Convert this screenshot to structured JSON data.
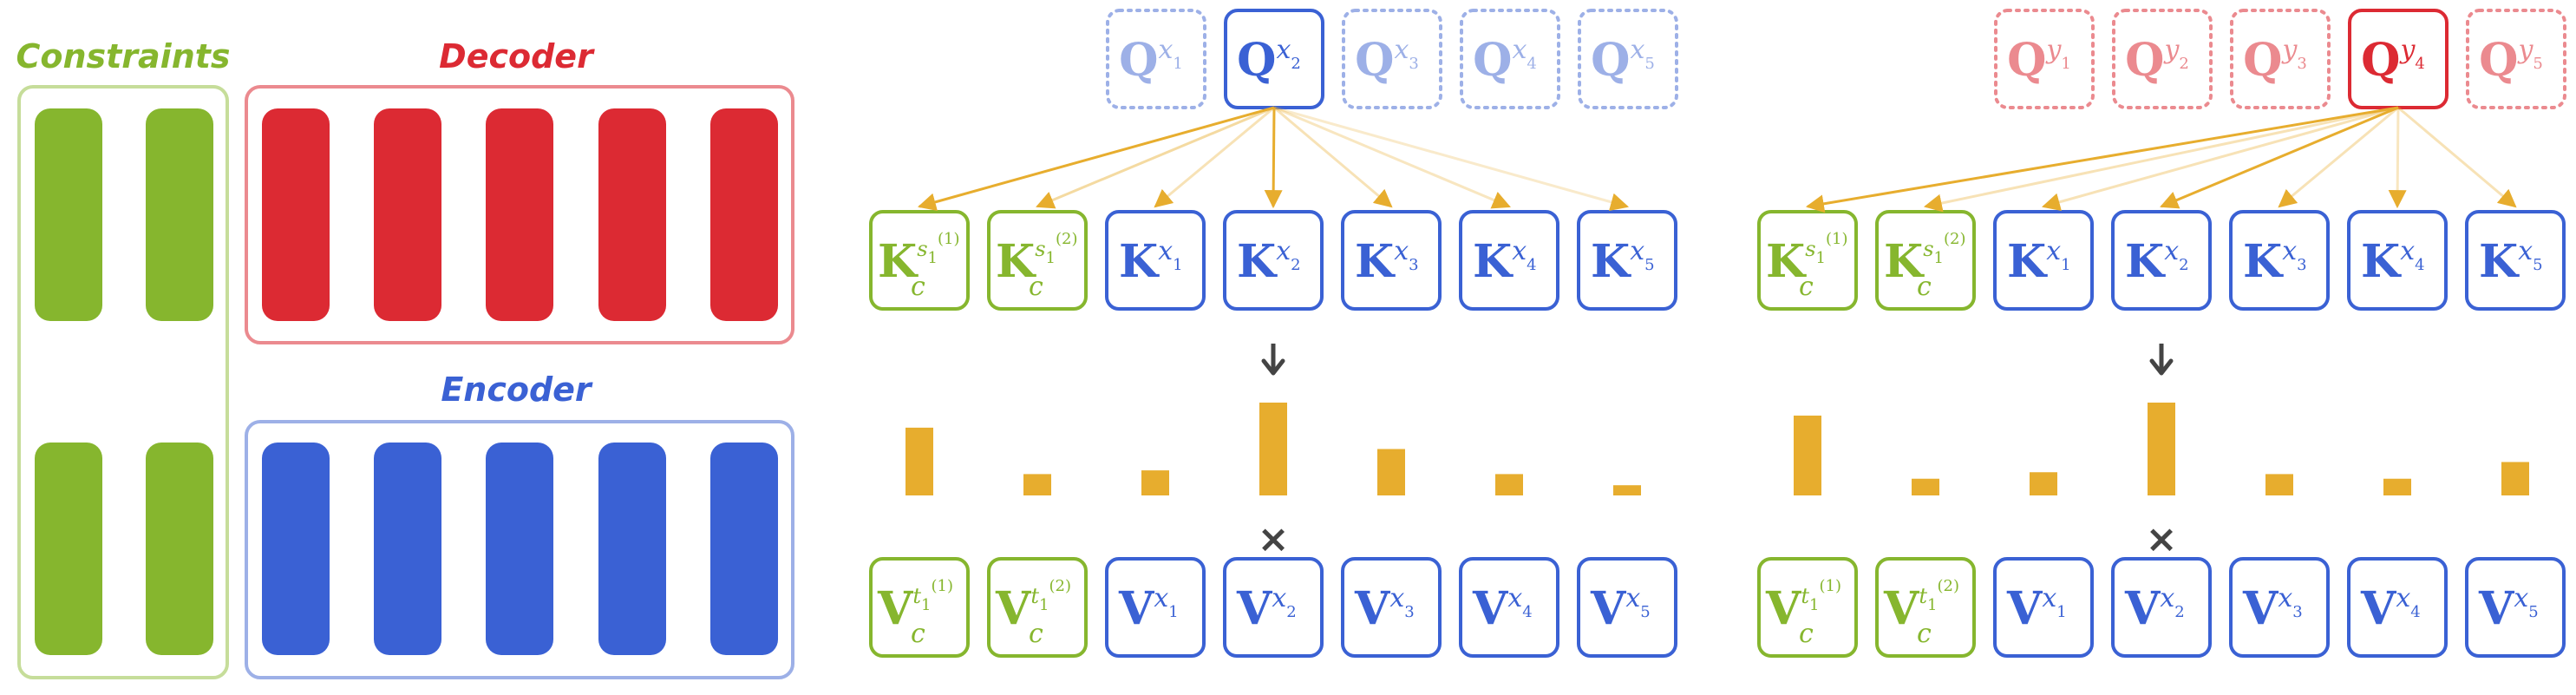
{
  "colors": {
    "green": "#86b62e",
    "green_light": "#c6dd9a",
    "red": "#dc2a33",
    "red_light": "#eb8a8f",
    "blue": "#3a61d4",
    "blue_light": "#9db0e7",
    "orange": "#e7ad2e",
    "dark": "#444444"
  },
  "left_panel": {
    "constraints_label": "Constraints",
    "decoder_label": "Decoder",
    "encoder_label": "Encoder"
  },
  "panels": [
    {
      "id": "encoder-attention",
      "queries": [
        {
          "letter": "Q",
          "var": "x",
          "idx": "1",
          "highlight": false
        },
        {
          "letter": "Q",
          "var": "x",
          "idx": "2",
          "highlight": true
        },
        {
          "letter": "Q",
          "var": "x",
          "idx": "3",
          "highlight": false
        },
        {
          "letter": "Q",
          "var": "x",
          "idx": "4",
          "highlight": false
        },
        {
          "letter": "Q",
          "var": "x",
          "idx": "5",
          "highlight": false
        }
      ],
      "query_color": "blue",
      "keys": [
        {
          "letter": "K",
          "kind": "constraint",
          "sup": "s",
          "supsub": "1",
          "supsup": "(1)",
          "sub": "c"
        },
        {
          "letter": "K",
          "kind": "constraint",
          "sup": "s",
          "supsub": "1",
          "supsup": "(2)",
          "sub": "c"
        },
        {
          "letter": "K",
          "kind": "token",
          "var": "x",
          "idx": "1"
        },
        {
          "letter": "K",
          "kind": "token",
          "var": "x",
          "idx": "2"
        },
        {
          "letter": "K",
          "kind": "token",
          "var": "x",
          "idx": "3"
        },
        {
          "letter": "K",
          "kind": "token",
          "var": "x",
          "idx": "4"
        },
        {
          "letter": "K",
          "kind": "token",
          "var": "x",
          "idx": "5"
        }
      ],
      "values": [
        {
          "letter": "V",
          "kind": "constraint",
          "sup": "t",
          "supsub": "1",
          "supsup": "(1)",
          "sub": "c"
        },
        {
          "letter": "V",
          "kind": "constraint",
          "sup": "t",
          "supsub": "1",
          "supsup": "(2)",
          "sub": "c"
        },
        {
          "letter": "V",
          "kind": "token",
          "var": "x",
          "idx": "1"
        },
        {
          "letter": "V",
          "kind": "token",
          "var": "x",
          "idx": "2"
        },
        {
          "letter": "V",
          "kind": "token",
          "var": "x",
          "idx": "3"
        },
        {
          "letter": "V",
          "kind": "token",
          "var": "x",
          "idx": "4"
        },
        {
          "letter": "V",
          "kind": "token",
          "var": "x",
          "idx": "5"
        }
      ],
      "attention_weights": [
        0.73,
        0.23,
        0.27,
        1.0,
        0.5,
        0.23,
        0.11
      ],
      "arrow_opacity": [
        1.0,
        0.45,
        0.35,
        1.0,
        0.35,
        0.3,
        0.25
      ],
      "mul_symbol": "×"
    },
    {
      "id": "decoder-attention",
      "queries": [
        {
          "letter": "Q",
          "var": "y",
          "idx": "1",
          "highlight": false
        },
        {
          "letter": "Q",
          "var": "y",
          "idx": "2",
          "highlight": false
        },
        {
          "letter": "Q",
          "var": "y",
          "idx": "3",
          "highlight": false
        },
        {
          "letter": "Q",
          "var": "y",
          "idx": "4",
          "highlight": true
        },
        {
          "letter": "Q",
          "var": "y",
          "idx": "5",
          "highlight": false
        }
      ],
      "query_color": "red",
      "keys": [
        {
          "letter": "K",
          "kind": "constraint",
          "sup": "s",
          "supsub": "1",
          "supsup": "(1)",
          "sub": "c"
        },
        {
          "letter": "K",
          "kind": "constraint",
          "sup": "s",
          "supsub": "1",
          "supsup": "(2)",
          "sub": "c"
        },
        {
          "letter": "K",
          "kind": "token",
          "var": "x",
          "idx": "1"
        },
        {
          "letter": "K",
          "kind": "token",
          "var": "x",
          "idx": "2"
        },
        {
          "letter": "K",
          "kind": "token",
          "var": "x",
          "idx": "3"
        },
        {
          "letter": "K",
          "kind": "token",
          "var": "x",
          "idx": "4"
        },
        {
          "letter": "K",
          "kind": "token",
          "var": "x",
          "idx": "5"
        }
      ],
      "values": [
        {
          "letter": "V",
          "kind": "constraint",
          "sup": "t",
          "supsub": "1",
          "supsup": "(1)",
          "sub": "c"
        },
        {
          "letter": "V",
          "kind": "constraint",
          "sup": "t",
          "supsub": "1",
          "supsup": "(2)",
          "sub": "c"
        },
        {
          "letter": "V",
          "kind": "token",
          "var": "x",
          "idx": "1"
        },
        {
          "letter": "V",
          "kind": "token",
          "var": "x",
          "idx": "2"
        },
        {
          "letter": "V",
          "kind": "token",
          "var": "x",
          "idx": "3"
        },
        {
          "letter": "V",
          "kind": "token",
          "var": "x",
          "idx": "4"
        },
        {
          "letter": "V",
          "kind": "token",
          "var": "x",
          "idx": "5"
        }
      ],
      "attention_weights": [
        0.86,
        0.18,
        0.25,
        1.0,
        0.23,
        0.18,
        0.36
      ],
      "arrow_opacity": [
        1.0,
        0.35,
        0.35,
        1.0,
        0.35,
        0.3,
        0.35
      ],
      "mul_symbol": "×"
    }
  ]
}
